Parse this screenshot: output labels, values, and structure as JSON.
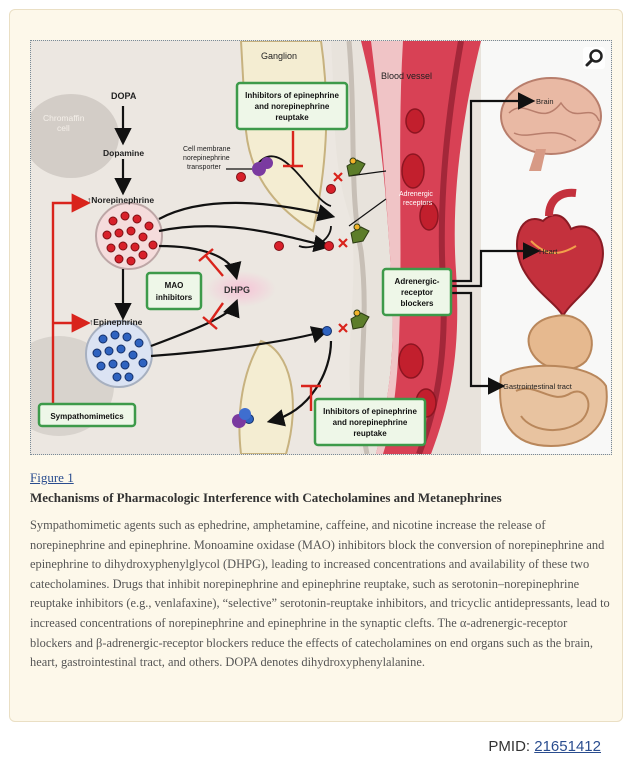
{
  "figure": {
    "labels": {
      "ganglion": "Ganglion",
      "blood_vessel": "Blood vessel",
      "dopa": "DOPA",
      "chromaffin_cell_1": "Chromaffin",
      "chromaffin_cell_2": "cell",
      "dopamine": "Dopamine",
      "norepinephrine": "↑Norepinephrine",
      "epinephrine": "↑Epinephrine",
      "transporter_1": "Cell membrane",
      "transporter_2": "norepinephrine",
      "transporter_3": "transporter",
      "adrenergic_receptors_1": "Adrenergic",
      "adrenergic_receptors_2": "receptors",
      "mao_inhibitors_1": "MAO",
      "mao_inhibitors_2": "inhibitors",
      "dhpg": "DHPG",
      "reuptake_top_1": "Inhibitors of epinephrine",
      "reuptake_top_2": "and norepinephrine",
      "reuptake_top_3": "reuptake",
      "reuptake_bottom_1": "Inhibitors of epinephrine",
      "reuptake_bottom_2": "and norepinephrine",
      "reuptake_bottom_3": "reuptake",
      "blockers_1": "Adrenergic-",
      "blockers_2": "receptor",
      "blockers_3": "blockers",
      "sympathomimetics": "Sympathomimetics",
      "brain": "Brain",
      "heart": "Heart",
      "gi_tract": "Gastrointestinal tract"
    },
    "colors": {
      "green_box_border": "#3d9a4a",
      "green_box_fill": "#eef7e8",
      "red_arrow": "#d9241c",
      "vessel": "#c8354a",
      "norepinephrine_dot": "#d8202a",
      "epinephrine_dot": "#2f63c0"
    }
  },
  "caption": {
    "link": "Figure 1",
    "title": "Mechanisms of Pharmacologic Interference with Catecholamines and Metanephrines",
    "text": "Sympathomimetic agents such as ephedrine, amphetamine, caffeine, and nicotine increase the release of norepinephrine and epinephrine. Monoamine oxidase (MAO) inhibitors block the conversion of norepinephrine and epinephrine to dihydroxyphenylglycol (DHPG), leading to increased concentrations and availability of these two catecholamines. Drugs that inhibit norepinephrine and epinephrine reuptake, such as serotonin–norepinephrine reuptake inhibitors (e.g., venlafaxine), “selective” serotonin-reuptake inhibitors, and tricyclic antidepressants, lead to increased concentrations of norepinephrine and epinephrine in the synaptic clefts. The α-adrenergic-receptor blockers and β-adrenergic-receptor blockers reduce the effects of catecholamines on end organs such as the brain, heart, gastrointestinal tract, and others. DOPA denotes dihydroxyphenylalanine."
  },
  "footer": {
    "pmid_label": "PMID: ",
    "pmid_value": "21651412"
  }
}
